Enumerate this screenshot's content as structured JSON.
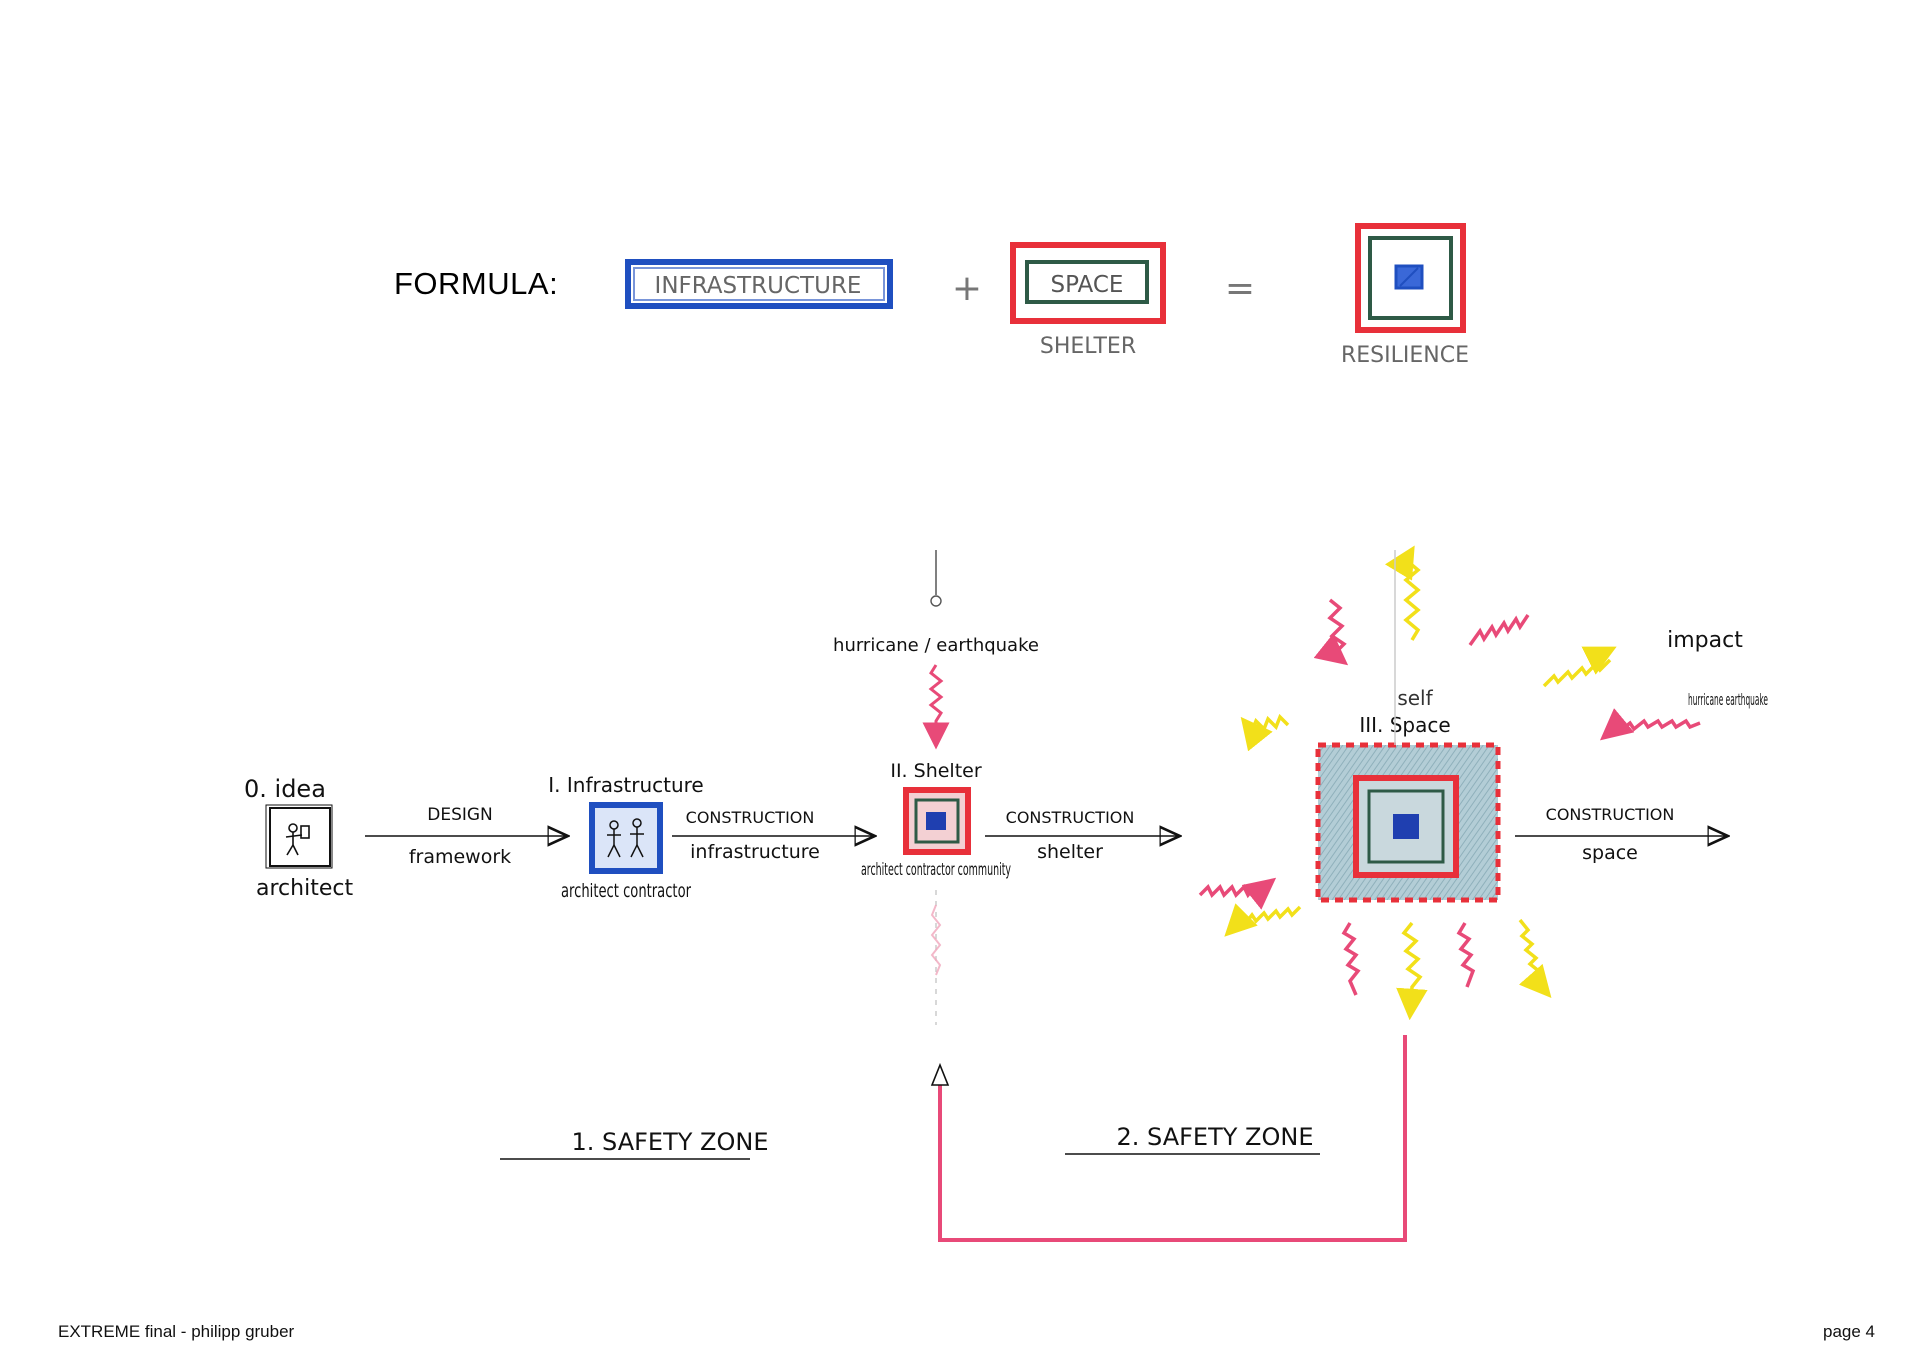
{
  "formula": {
    "label": "FORMULA:",
    "term1": "INFRASTRUCTURE",
    "plus": "+",
    "term2": "SPACE",
    "term2_caption": "SHELTER",
    "equals": "=",
    "result_caption": "RESILIENCE"
  },
  "diagram": {
    "stage0": {
      "title": "0. idea",
      "actor": "architect"
    },
    "arrow1": {
      "top": "DESIGN",
      "bottom": "framework"
    },
    "stage1": {
      "title": "I. Infrastructure",
      "actors": "architect contractor"
    },
    "arrow2": {
      "top": "CONSTRUCTION",
      "bottom": "infrastructure"
    },
    "stage2": {
      "title": "II. Shelter",
      "actors": "architect contractor community",
      "event": "hurricane / earthquake"
    },
    "arrow3": {
      "top": "CONSTRUCTION",
      "bottom": "shelter"
    },
    "stage3": {
      "title": "III. Space",
      "prefix": "self"
    },
    "arrow4": {
      "top": "CONSTRUCTION",
      "bottom": "space"
    },
    "labels": {
      "impact": "impact",
      "hazard": "hurricane earthquake"
    },
    "zone1": "1. SAFETY ZONE",
    "zone2": "2. SAFETY ZONE"
  },
  "colors": {
    "infrastructure_blue": "#1f4fc0",
    "shelter_red": "#e8303a",
    "space_green": "#2e5a46",
    "impact_yellow": "#f2e01a",
    "impact_pink": "#e84a78",
    "space_fill": "#a9c6cf"
  },
  "footer": {
    "left": "EXTREME final - philipp gruber",
    "right": "page 4"
  }
}
